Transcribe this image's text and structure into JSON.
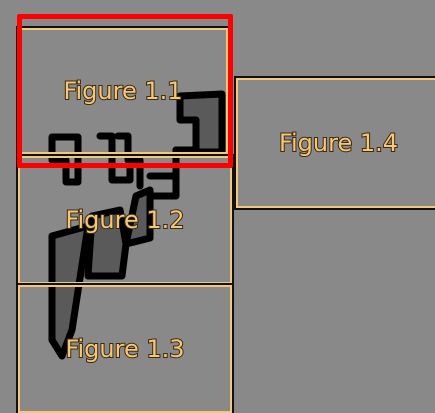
{
  "panels": [
    {
      "id": "1.1",
      "label": "Figure 1.1"
    },
    {
      "id": "1.2",
      "label": "Figure 1.2"
    },
    {
      "id": "1.3",
      "label": "Figure 1.3"
    },
    {
      "id": "1.4",
      "label": "Figure 1.4"
    }
  ],
  "colors": {
    "background": "#898989",
    "panel_border": "#F5C77A",
    "panel_outline": "#111111",
    "selection": "#FF0000",
    "drawing_fill": "#5A5A5A",
    "drawing_stroke": "#000000"
  }
}
